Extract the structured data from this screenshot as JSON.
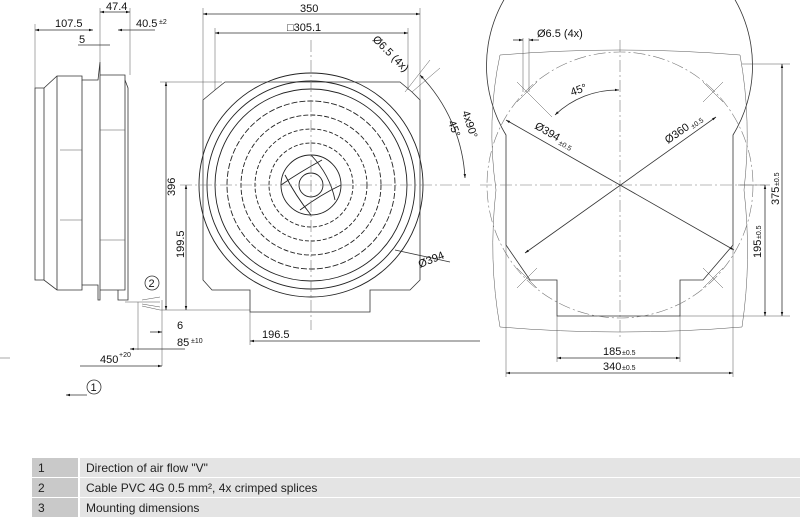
{
  "side_view": {
    "dims": {
      "d107_5": "107.5",
      "d47_4": "47.4",
      "d40_5": "40.5",
      "tol_2": "±2",
      "d5": "5",
      "d6": "6",
      "d85": "85",
      "tol_10": "±10",
      "d450": "450",
      "tol_20": "+20"
    },
    "callouts": {
      "c1": "1",
      "c2": "2"
    }
  },
  "front_view": {
    "dims": {
      "d350": "350",
      "d305": "□305.1",
      "hole": "Ø6.5 (4x)",
      "angle4x90": "4x90°",
      "angle45": "45°",
      "d396": "396",
      "d199_5": "199.5",
      "d394": "Ø394",
      "d196_5": "196.5"
    }
  },
  "mounting_view": {
    "dims": {
      "hole": "Ø6.5 (4x)",
      "angle45": "45°",
      "d394": "Ø394",
      "d360": "Ø360",
      "tol": "±0.5",
      "d375": "375",
      "d195": "195",
      "d185": "185",
      "d340": "340"
    }
  },
  "legend": [
    {
      "num": "1",
      "text": "Direction of air flow \"V\""
    },
    {
      "num": "2",
      "text": "Cable PVC 4G 0.5 mm², 4x crimped splices"
    },
    {
      "num": "3",
      "text": "Mounting dimensions"
    }
  ]
}
